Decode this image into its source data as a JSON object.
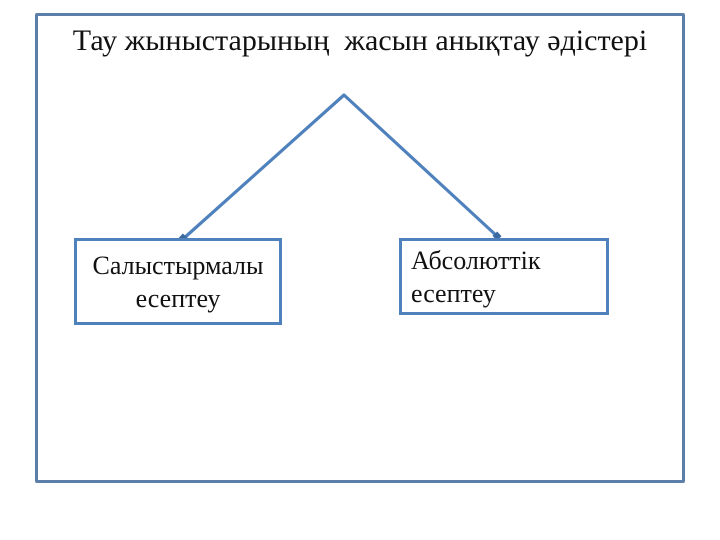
{
  "slide": {
    "title": "Тау жыныстарының  жасын анықтау әдістері",
    "diagram": {
      "type": "tree-branch",
      "root_label": "",
      "nodes": [
        {
          "id": "relative",
          "label": "Салыстырмалы\nесептеу"
        },
        {
          "id": "absolute",
          "label": "Абсолюттік\nесептеу"
        }
      ]
    },
    "colors": {
      "frame_border": "#5b7fa8",
      "box_border": "#4f81bd",
      "connector": "#4f81bd",
      "connector_end": "#3a6aa0",
      "text": "#111111",
      "background": "#ffffff"
    }
  }
}
